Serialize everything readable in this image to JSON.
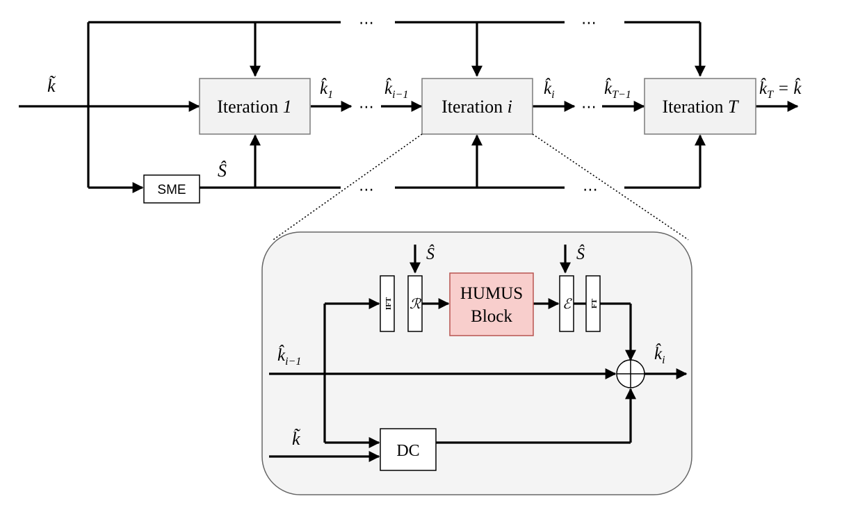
{
  "top_row": {
    "ellipsis": "⋯"
  },
  "inputs": {
    "k_tilde": "k̃",
    "s_hat": "Ŝ"
  },
  "iterations": [
    {
      "prefix": "Iteration ",
      "index": "1"
    },
    {
      "prefix": "Iteration ",
      "index": "i"
    },
    {
      "prefix": "Iteration ",
      "index": "T"
    }
  ],
  "flow_labels": {
    "k1": {
      "base": "k̂",
      "sub": "1"
    },
    "k_im1": {
      "base": "k̂",
      "sub": "i−1"
    },
    "k_i": {
      "base": "k̂",
      "sub": "i"
    },
    "k_Tm1": {
      "base": "k̂",
      "sub": "T−1"
    },
    "k_T": {
      "base": "k̂",
      "sub": "T",
      "rest": " = k̂"
    }
  },
  "sme_label": "SME",
  "zoom": {
    "ift_label": "IFT",
    "ft_label": "FT",
    "r_label": "ℛ",
    "e_label": "ℰ",
    "humus_line1": "HUMUS",
    "humus_line2": "Block",
    "dc_label": "DC",
    "s_hat": "Ŝ",
    "k_tilde": "k̃",
    "k_im1": {
      "base": "k̂",
      "sub": "i−1"
    },
    "k_i": {
      "base": "k̂",
      "sub": "i"
    }
  }
}
